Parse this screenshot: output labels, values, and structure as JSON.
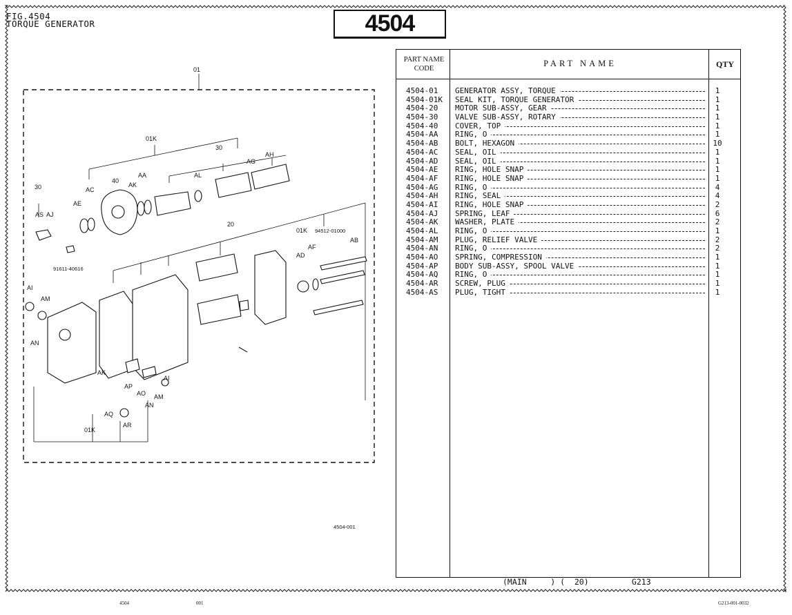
{
  "header": {
    "fig_label": "FIG.4504",
    "fig_title": "TORQUE GENERATOR",
    "fig_number": "4504"
  },
  "diagram": {
    "callouts": {
      "c01": "01",
      "c01k_top": "01K",
      "c30_top": "30",
      "cAH": "AH",
      "cAG": "AG",
      "cAL": "AL",
      "cAA": "AA",
      "c40": "40",
      "cAK_top": "AK",
      "cAC": "AC",
      "cAE": "AE",
      "c30_left": "30",
      "cAS": "AS",
      "cAJ": "AJ",
      "c91611": "91611-40616",
      "c20": "20",
      "c01k_right": "01K",
      "c94512": "94512-01000",
      "cAF": "AF",
      "cAB": "AB",
      "cAD": "AD",
      "cAI_left": "AI",
      "cAM_left": "AM",
      "cAN_left": "AN",
      "cAK_low": "AK",
      "cAP": "AP",
      "cAO": "AO",
      "cAI_low": "AI",
      "cAM_low": "AM",
      "cAN_low": "AN",
      "cAQ": "AQ",
      "cAR": "AR",
      "c01k_bottom": "01K",
      "ref": "4504-001"
    }
  },
  "table": {
    "header_code": "PART NAME\nCODE",
    "header_name": "PART  NAME",
    "header_qty": "QTY",
    "rows": [
      {
        "code": "4504-01",
        "name": "GENERATOR ASSY, TORQUE",
        "qty": "1"
      },
      {
        "code": "4504-01K",
        "name": "SEAL KIT, TORQUE GENERATOR",
        "qty": "1"
      },
      {
        "code": "4504-20",
        "name": "MOTOR SUB-ASSY, GEAR",
        "qty": "1"
      },
      {
        "code": "4504-30",
        "name": "VALVE SUB-ASSY, ROTARY",
        "qty": "1"
      },
      {
        "code": "4504-40",
        "name": "COVER, TOP",
        "qty": "1"
      },
      {
        "code": "4504-AA",
        "name": "RING, O",
        "qty": "1"
      },
      {
        "code": "4504-AB",
        "name": "BOLT, HEXAGON",
        "qty": "10"
      },
      {
        "code": "4504-AC",
        "name": "SEAL, OIL",
        "qty": "1"
      },
      {
        "code": "4504-AD",
        "name": "SEAL, OIL",
        "qty": "1"
      },
      {
        "code": "4504-AE",
        "name": "RING, HOLE SNAP",
        "qty": "1"
      },
      {
        "code": "4504-AF",
        "name": "RING, HOLE SNAP",
        "qty": "1"
      },
      {
        "code": "4504-AG",
        "name": "RING, O",
        "qty": "4"
      },
      {
        "code": "4504-AH",
        "name": "RING, SEAL",
        "qty": "4"
      },
      {
        "code": "4504-AI",
        "name": "RING, HOLE SNAP",
        "qty": "2"
      },
      {
        "code": "4504-AJ",
        "name": "SPRING, LEAF",
        "qty": "6"
      },
      {
        "code": "4504-AK",
        "name": "WASHER, PLATE",
        "qty": "2"
      },
      {
        "code": "4504-AL",
        "name": "RING, O",
        "qty": "1"
      },
      {
        "code": "4504-AM",
        "name": "PLUG, RELIEF VALVE",
        "qty": "2"
      },
      {
        "code": "4504-AN",
        "name": "RING, O",
        "qty": "2"
      },
      {
        "code": "4504-AO",
        "name": "SPRING, COMPRESSION",
        "qty": "1"
      },
      {
        "code": "4504-AP",
        "name": "BODY SUB-ASSY, SPOOL VALVE",
        "qty": "1"
      },
      {
        "code": "4504-AQ",
        "name": "RING, O",
        "qty": "1"
      },
      {
        "code": "4504-AR",
        "name": "SCREW, PLUG",
        "qty": "1"
      },
      {
        "code": "4504-AS",
        "name": "PLUG, TIGHT",
        "qty": "1"
      }
    ]
  },
  "footer": {
    "model_line": "(MAIN     ) (  20)         G213",
    "left_a": "4504",
    "left_b": "001",
    "right": "G213-001-0032"
  }
}
